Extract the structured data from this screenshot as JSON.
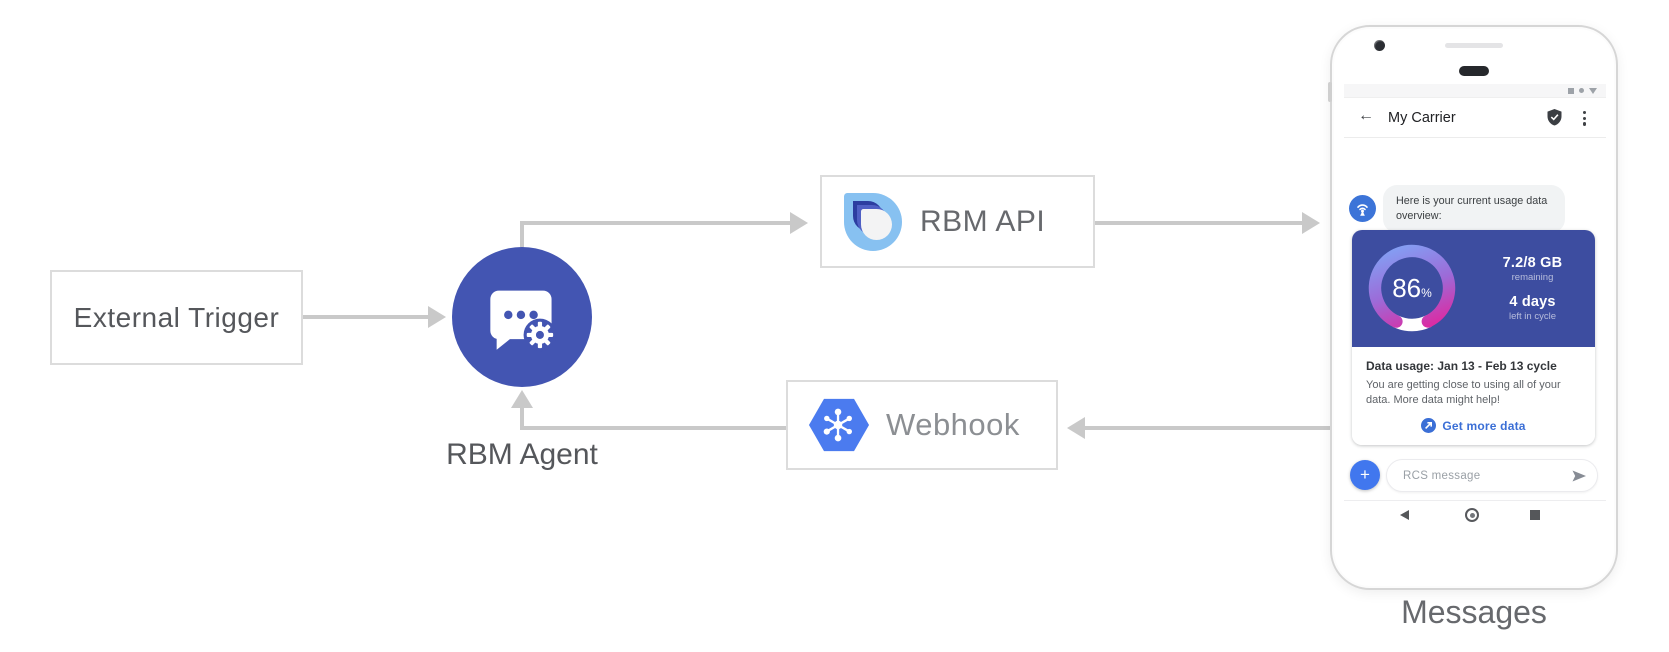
{
  "diagram": {
    "external_trigger_label": "External Trigger",
    "rbm_agent_label": "RBM Agent",
    "rbm_api_label": "RBM API",
    "webhook_label": "Webhook",
    "phone_caption": "Messages"
  },
  "phone": {
    "app_bar": {
      "title": "My Carrier"
    },
    "chat": {
      "agent_message": "Here is your current usage data overview:",
      "usage_card": {
        "gauge_percent": 86,
        "percent": "86",
        "percent_unit": "%",
        "data_value": "7.2/8 GB",
        "data_caption": "remaining",
        "days_value": "4 days",
        "days_caption": "left in cycle",
        "title": "Data usage: Jan 13 - Feb 13 cycle",
        "body": "You are getting close to using all of your data. More data might help!",
        "action_label": "Get more data"
      }
    },
    "composer": {
      "placeholder": "RCS message",
      "plus_label": "+"
    }
  },
  "colors": {
    "agent_indigo": "#4355b2",
    "card_indigo": "#3d4da0",
    "gauge_gradient": [
      "#7fa8f8",
      "#9c6bd8",
      "#ea1c96"
    ],
    "link_blue": "#3b6fd6",
    "plus_blue": "#4177ee",
    "hexagon_blue": "#4b7bef",
    "avatar_blue": "#3c74d8",
    "arrow_gray": "#c9c9c9"
  }
}
